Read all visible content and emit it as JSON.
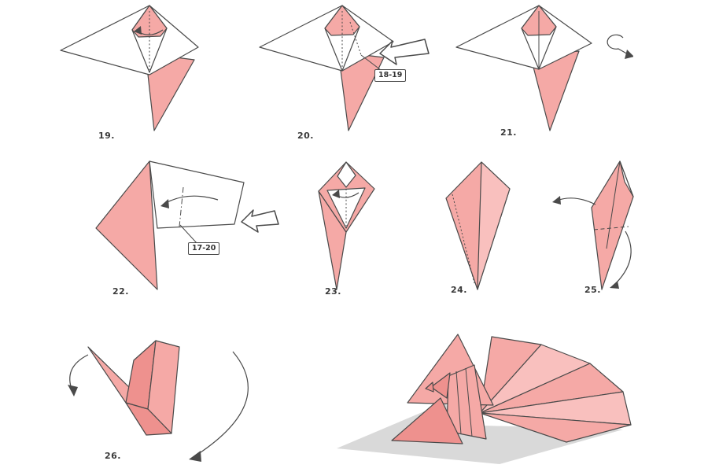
{
  "diagram": {
    "type": "origami-instructions",
    "steps": [
      {
        "label": "19."
      },
      {
        "label": "20.",
        "callout": "18-19"
      },
      {
        "label": "21."
      },
      {
        "label": "22.",
        "callout": "17-20"
      },
      {
        "label": "23."
      },
      {
        "label": "24."
      },
      {
        "label": "25."
      },
      {
        "label": "26."
      }
    ]
  },
  "colors": {
    "paper_pink": "#f5a9a6",
    "paper_pink_dark": "#ee918e",
    "paper_pink_light": "#f9c0be",
    "outline": "#4a4a4a",
    "shadow": "#d9d9d9",
    "background": "#ffffff"
  }
}
